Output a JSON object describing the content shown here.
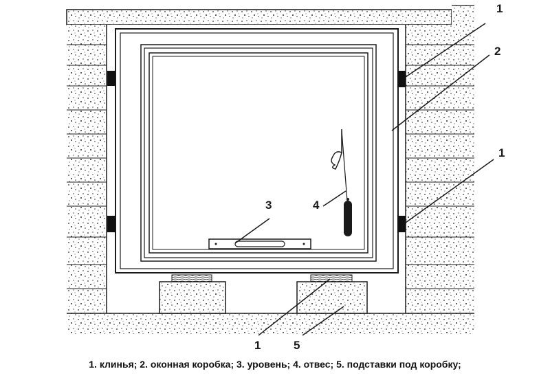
{
  "callouts": {
    "wedge_top": "1",
    "frame": "2",
    "wedge_right": "1",
    "level": "3",
    "plumb": "4",
    "support_wedge": "1",
    "support": "5"
  },
  "caption": "1. клинья; 2. оконная коробка; 3. уровень; 4. отвес; 5. подставки под коробку;",
  "colors": {
    "line": "#1a1a1a",
    "stipple": "#2a2a2a",
    "wedge": "#111111",
    "background": "#ffffff"
  }
}
